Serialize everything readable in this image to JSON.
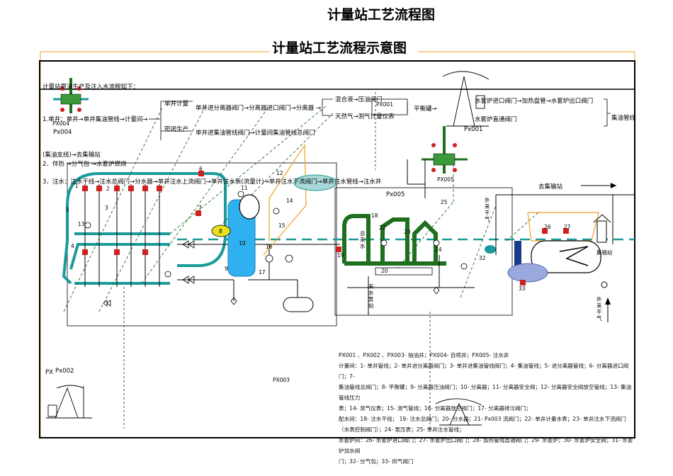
{
  "header": {
    "doc_title": "计量站工艺流程图",
    "diagram_title": "计量站工艺流程示意图"
  },
  "flow_text": {
    "intro": "计量站原油生产及注入水流程如下：",
    "line1": "1.单井：单井→单井集油管线→计量间→",
    "line2": "(集油支线)→去集输站",
    "line3": "2．伴热      →分气包   →水套炉燃烧",
    "line4": "3．注水：注水干线→注水总阀门→分水器→单井注水上流阀门→单井注水表(流量计)→单井注水下流阀门→单井注水管线→注水井",
    "single_metering": "单井计量",
    "sealed_production": "密闭生产",
    "branch_separator": "单井进分离器阀门→分离器进口阀门→分离器 →",
    "branch_gathering": "单井进集油管线阀门→计量间集油管线总阀门",
    "mixed_liquid": "混合液→压油阀门",
    "natural_gas": "天然气→测气计量仪表",
    "balance_tank": "平衡罐→",
    "heater_in": "水套炉进口阀门→加热盘管→水套炉出口阀门",
    "heater_bypass": "水套炉直通阀门",
    "gathering_line": "集油管线",
    "to_gathering_station": "去集输站",
    "to_gathering_station2": "集输站",
    "outside_gas_top": "外来干气",
    "outside_gas_bottom": "外来干气",
    "injection_main": "注水干线",
    "injection_manifold": "总来水",
    "pump_station": "来水泵站"
  },
  "wells": {
    "px001": "Px001",
    "px001_box": "PX001",
    "px002": "Px002",
    "px002_prefix": "PX",
    "px003": "PX003",
    "px004": "Px004",
    "px004_box": "PX004",
    "px005": "Px005",
    "px005_box": "PX005"
  },
  "numbers": [
    "1",
    "2",
    "3",
    "4",
    "5",
    "6",
    "7",
    "8",
    "9",
    "10",
    "11",
    "12",
    "13",
    "14",
    "15",
    "16",
    "17",
    "18",
    "19",
    "20",
    "22",
    "23",
    "24",
    "25",
    "26",
    "27",
    "32",
    "33"
  ],
  "legend": {
    "line1": "PX001 、PX002 、PX003- 抽油井；PX004- 自喷井；PX005- 注水井",
    "line2": "计量间：1- 单井管线；2- 单井进分离器阀门；3- 单井进集油管线阀门；4- 集油管线；5- 进分离器管线；6- 分离器进口阀门；7-",
    "line3": "集油管线总阀门；8- 平衡罐；9- 分离器压油阀门；10- 分离器；11- 分离器安全阀；12- 分离器安全阀放空管线；13- 集油管线压力",
    "line4": "表；14- 测气仪表；15- 测气管线；16- 分离器放空阀门；17- 分离器排污阀门；",
    "line5": "配水间：18- 注水干线；      19- 注水总阀门；20- 分水器；21-  Px003     流阀门；22- 单井计量水表；23- 单井注水下流阀门",
    "line6": "（水表控制阀门）；24- 泵压表；25- 单井注水管线；",
    "line7": "水套炉间：26- 水套炉进口阀门；27- 水套炉出口阀门；28- 加热管线直通阀门；29- 水套炉；30- 水套炉安全阀；31- 水套炉加水阀",
    "line8": "门；32- 分气包；33- 供气阀门"
  },
  "colors": {
    "teal": "#1a9a9a",
    "green": "#1f6f1f",
    "orange": "#f0a020",
    "blue_tank": "#2fb0f0",
    "red_valve": "#d02020",
    "border": "#000000"
  }
}
